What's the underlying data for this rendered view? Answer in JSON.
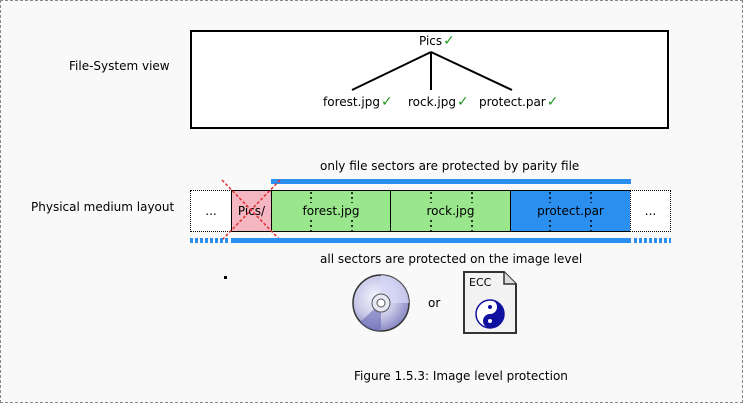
{
  "labels": {
    "fs_view": "File-System view",
    "physical": "Physical medium layout",
    "top_note": "only file sectors are protected by parity file",
    "bottom_note": "all sectors are protected on the image level",
    "or": "or",
    "caption": "Figure 1.5.3: Image level protection",
    "ecc": "ECC"
  },
  "tree": {
    "root": "Pics",
    "children": [
      "forest.jpg",
      "rock.jpg",
      "protect.par"
    ],
    "check": "✓"
  },
  "layout": {
    "segments": [
      "...",
      "Pics/",
      "forest.jpg",
      "rock.jpg",
      "protect.par",
      "..."
    ]
  },
  "colors": {
    "green": "#99e68c",
    "blue": "#2b8ff0",
    "pink": "#f4b6c0",
    "check": "#1f9a1f",
    "cross": "#e03030"
  },
  "icons": [
    "cd-icon",
    "ecc-file-icon"
  ]
}
